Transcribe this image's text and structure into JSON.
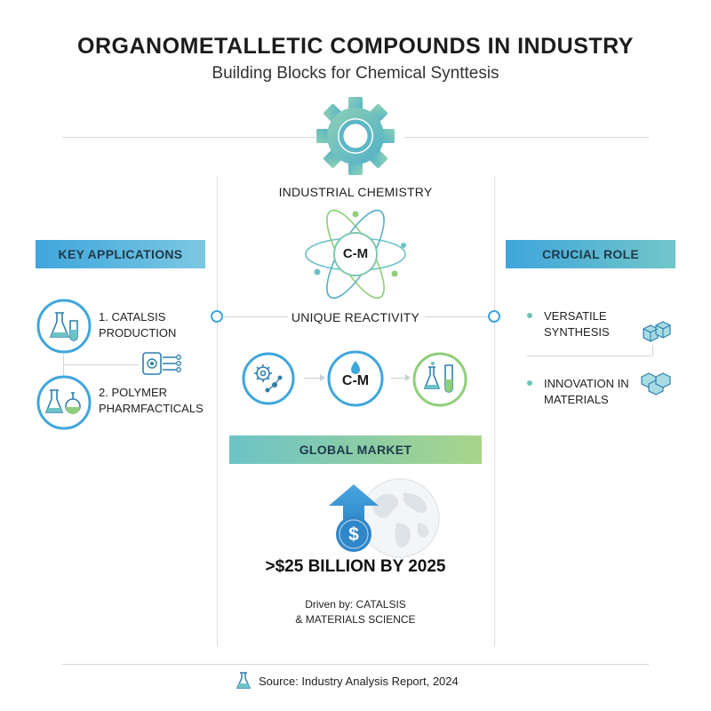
{
  "header": {
    "title": "ORGANOMETALLETIC COMPOUNDS IN INDUSTRY",
    "subtitle": "Building Blocks for Chemical Synttesis"
  },
  "center": {
    "top_label": "INDUSTRIAL CHEMISTRY",
    "atom_label": "C-M",
    "reactivity_label": "UNIQUE REACTIVITY",
    "reaction_label": "C-M",
    "market_banner": "GLOBAL MARKET",
    "market_value": ">$25 BILLION BY 2025",
    "driven_line1": "Driven by: CATALSIS",
    "driven_line2": "& MATERIALS SCIENCE"
  },
  "left": {
    "banner": "KEY APPLICATIONS",
    "items": [
      {
        "line1": "1. CATALSIS",
        "line2": "PRODUCTION"
      },
      {
        "line1": "2. POLYMER",
        "line2": "PHARMFACTICALS"
      }
    ]
  },
  "right": {
    "banner": "CRUCIAL ROLE",
    "items": [
      {
        "line1": "VERSATILE",
        "line2": "SYNTHESIS"
      },
      {
        "line1": "INNOVATION IN",
        "line2": "MATERIALS"
      }
    ]
  },
  "footer": {
    "source": "Source: Industry Analysis Report, 2024"
  },
  "colors": {
    "blue": "#3fa6dc",
    "teal": "#6cc3c7",
    "green": "#8fcf7a"
  },
  "icons": [
    "gear-icon",
    "atom-icon",
    "flask-icon",
    "globe-icon",
    "dollar-icon",
    "cubes-icon"
  ]
}
